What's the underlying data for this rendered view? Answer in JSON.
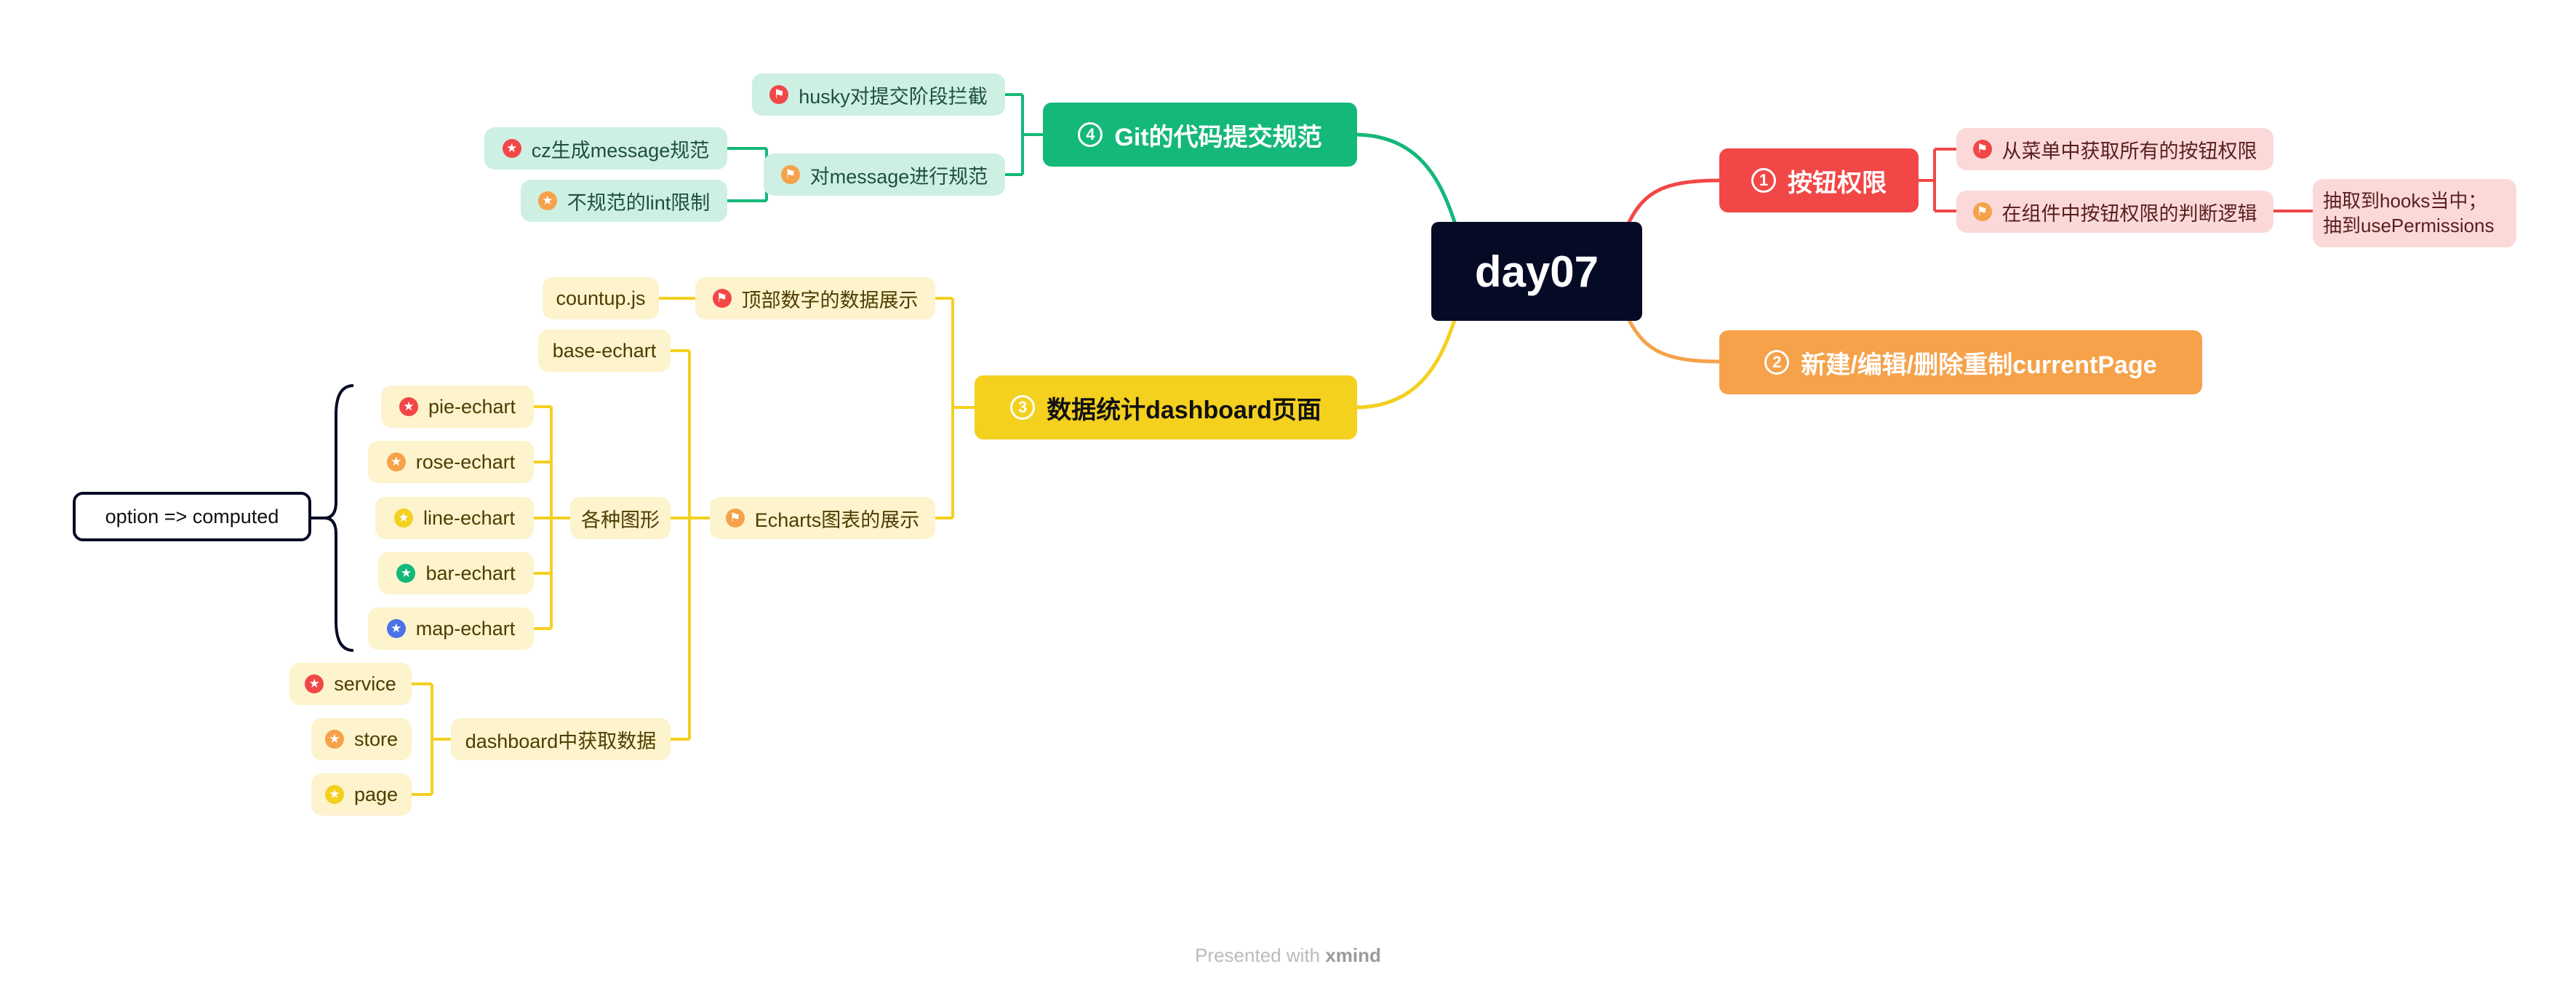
{
  "root": {
    "label": "day07"
  },
  "branches": {
    "b1": {
      "num": "1",
      "label": "按钮权限",
      "color": "#f24747",
      "children": {
        "c1": "从菜单中获取所有的按钮权限",
        "c2": "在组件中按钮权限的判断逻辑"
      },
      "note": {
        "line1": "抽取到hooks当中；",
        "line2": "抽到usePermissions"
      }
    },
    "b2": {
      "num": "2",
      "label": "新建/编辑/删除重制currentPage",
      "color": "#f5a24a"
    },
    "b3": {
      "num": "3",
      "label": "数据统计dashboard页面",
      "color": "#f4d01f",
      "top_data": "顶部数字的数据展示",
      "countup": "countup.js",
      "echarts": "Echarts图表的展示",
      "base_echart": "base-echart",
      "various": "各种图形",
      "charts": {
        "pie": "pie-echart",
        "rose": "rose-echart",
        "line": "line-echart",
        "bar": "bar-echart",
        "map": "map-echart"
      },
      "option_note": "option => computed",
      "fetch": "dashboard中获取数据",
      "fetch_items": {
        "service": "service",
        "store": "store",
        "page": "page"
      }
    },
    "b4": {
      "num": "4",
      "label": "Git的代码提交规范",
      "color": "#14b879",
      "husky": "husky对提交阶段拦截",
      "message": "对message进行规范",
      "cz": "cz生成message规范",
      "lint": "不规范的lint限制"
    }
  },
  "icons": {
    "flag": "flag-icon",
    "star": "star-icon"
  },
  "footer": {
    "prefix": "Presented with ",
    "brand": "xmind"
  }
}
